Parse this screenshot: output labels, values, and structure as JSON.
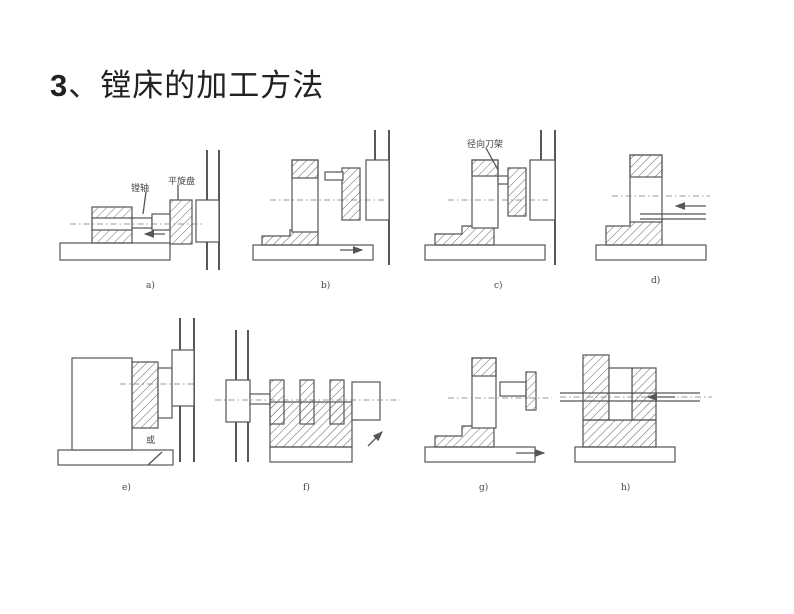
{
  "slide": {
    "title_number": "3",
    "title_text": "、镗床的加工方法"
  },
  "figure": {
    "subfigure_labels": [
      "a)",
      "b)",
      "c)",
      "d)",
      "e)",
      "f)",
      "g)",
      "h)"
    ],
    "annotations": {
      "boring_spindle": "镗轴",
      "facing_head": "平旋盘",
      "radial_tool_holder": "径向刀架",
      "or": "或"
    }
  }
}
